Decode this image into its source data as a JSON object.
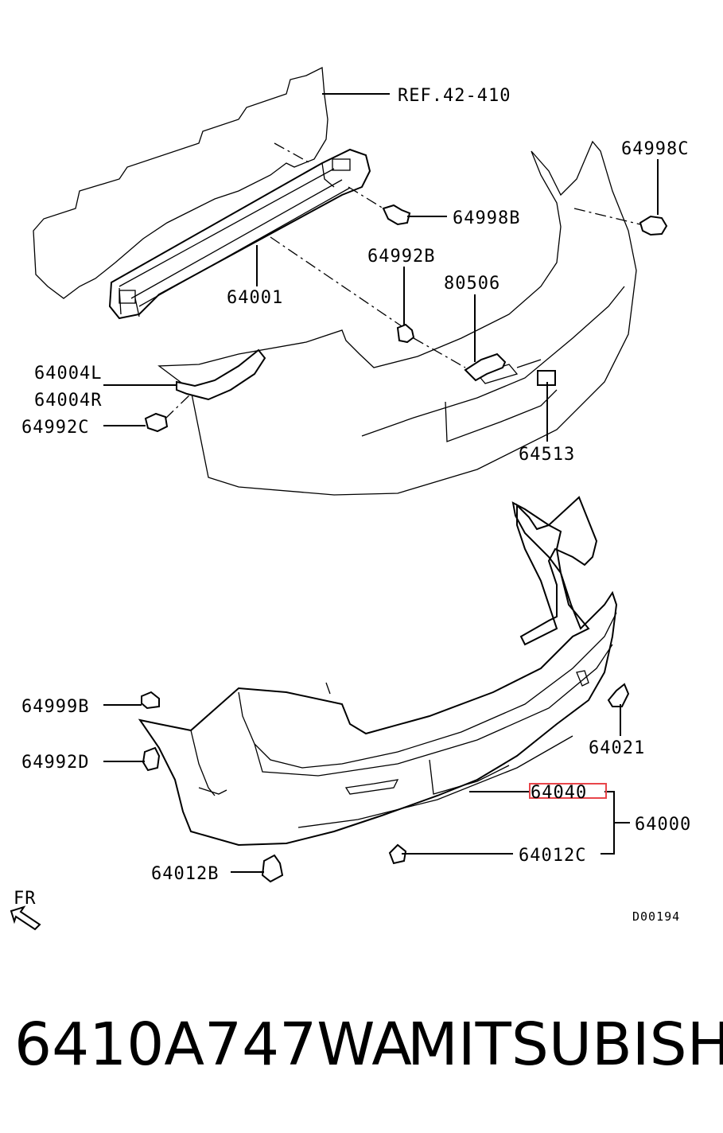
{
  "diagram_code": "D00194",
  "orientation_label": "FR",
  "callouts": {
    "ref": "REF.42-410",
    "beam": "64001",
    "bolt_b": "64998B",
    "bolt_c": "64998C",
    "screw_b": "64992B",
    "bracket": "80506",
    "side_l": "64004L",
    "side_r": "64004R",
    "screw_c": "64992C",
    "clip_13": "64513",
    "nut_b": "64999B",
    "screw_d": "64992D",
    "clip_b": "64012B",
    "clip_c": "64012C",
    "cover": "64021",
    "highlighted": "64040",
    "assembly": "64000"
  },
  "footer": {
    "part_number": "6410A747WA",
    "brand": "MITSUBISHI"
  },
  "colors": {
    "line": "#000000",
    "highlight": "#e8454a",
    "background": "#ffffff"
  }
}
